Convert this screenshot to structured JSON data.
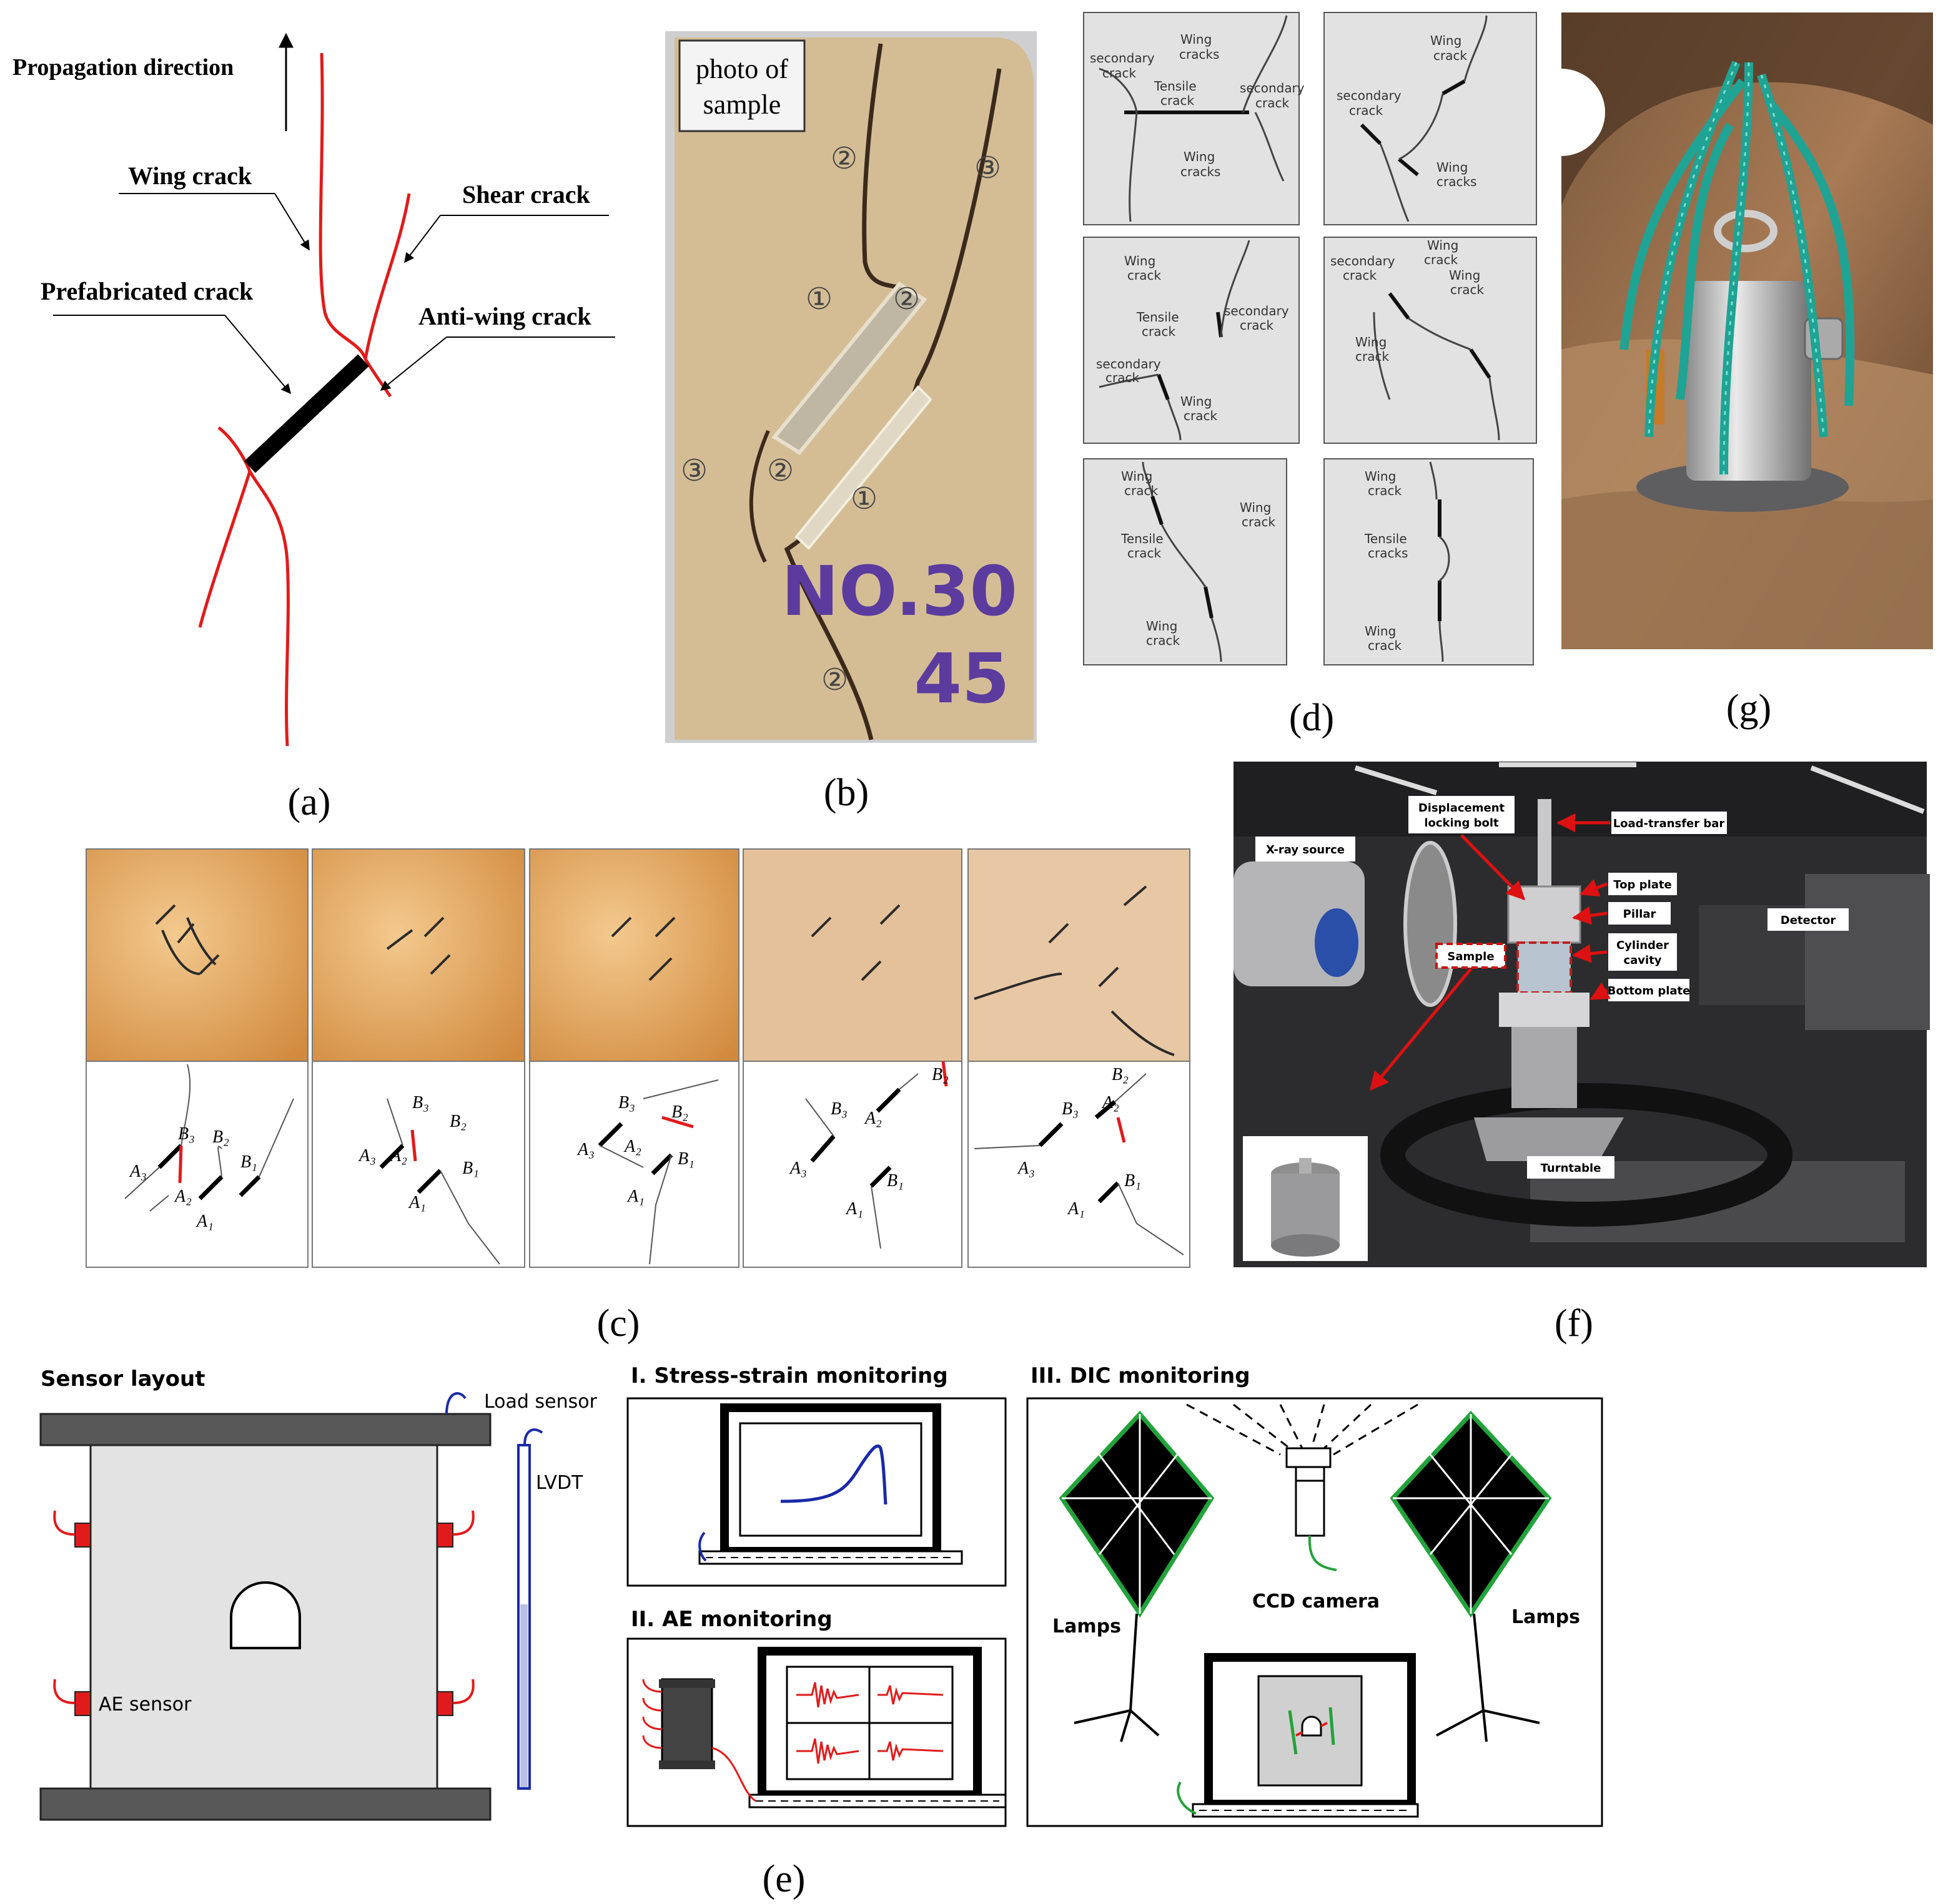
{
  "panel_labels": {
    "a": "(a)",
    "b": "(b)",
    "c": "(c)",
    "d": "(d)",
    "e": "(e)",
    "f": "(f)",
    "g": "(g)"
  },
  "panel_a": {
    "propagation": "Propagation direction",
    "wing": "Wing crack",
    "shear": "Shear crack",
    "prefab": "Prefabricated crack",
    "antiwing": "Anti-wing crack"
  },
  "panel_b": {
    "photo_label": [
      "photo of",
      "sample"
    ],
    "numbers": [
      "②",
      "③",
      "①",
      "②",
      "③",
      "②",
      "①",
      "②"
    ],
    "sample_id": [
      "NO.30",
      "45"
    ]
  },
  "panel_c": {
    "labels": [
      [
        "B₃",
        "B₂",
        "B₁",
        "A₃",
        "A₂",
        "A₁"
      ],
      [
        "B₃",
        "B₂",
        "B₁",
        "A₃",
        "A₂",
        "A₁"
      ],
      [
        "B₃",
        "B₂",
        "B₁",
        "A₃",
        "A₂",
        "A₁"
      ],
      [
        "B₃",
        "B₂",
        "B₁",
        "A₃",
        "A₂",
        "A₁"
      ],
      [
        "B₃",
        "B₂",
        "B₁",
        "A₃",
        "A₂",
        "A₁"
      ]
    ]
  },
  "panel_d": {
    "tiles": [
      [
        "secondary",
        "crack",
        "Wing",
        "cracks",
        "Tensile",
        "crack",
        "secondary",
        "crack",
        "Wing",
        "cracks"
      ],
      [
        "Wing",
        "crack",
        "secondary",
        "crack",
        "Wing",
        "cracks"
      ],
      [
        "Wing",
        "crack",
        "Tensile",
        "crack",
        "secondary",
        "crack",
        "secondary",
        "crack",
        "Wing",
        "crack"
      ],
      [
        "secondary",
        "crack",
        "Wing",
        "crack",
        "Wing",
        "crack",
        "Wing",
        "crack"
      ],
      [
        "Wing",
        "crack",
        "Wing",
        "crack",
        "Tensile",
        "crack",
        "Wing",
        "crack"
      ],
      [
        "Wing",
        "crack",
        "Tensile",
        "cracks",
        "Wing",
        "crack"
      ]
    ]
  },
  "panel_e": {
    "sensor_layout": "Sensor layout",
    "load_sensor": "Load sensor",
    "lvdt": "LVDT",
    "ae_sensor": "AE sensor",
    "stress_strain": "I. Stress-strain monitoring",
    "ae_monitoring": "II. AE monitoring",
    "dic": "III. DIC monitoring",
    "ccd": "CCD camera",
    "lamps_left": "Lamps",
    "lamps_right": "Lamps"
  },
  "panel_f": {
    "xray": "X-ray source",
    "disp_bolt": [
      "Displacement",
      "locking bolt"
    ],
    "load_bar": "Load-transfer bar",
    "top_plate": "Top plate",
    "pillar": "Pillar",
    "cyl_cavity": [
      "Cylinder",
      "cavity"
    ],
    "bottom_plate": "Bottom plate",
    "sample": "Sample",
    "detector": "Detector",
    "turntable": "Turntable"
  },
  "colors": {
    "crack_red": "#e11b1b",
    "curve_blue": "#1a2aa8",
    "dic_green": "#22a33a",
    "sand": "#d8c3a0",
    "orange_photo": "#e3a460"
  }
}
